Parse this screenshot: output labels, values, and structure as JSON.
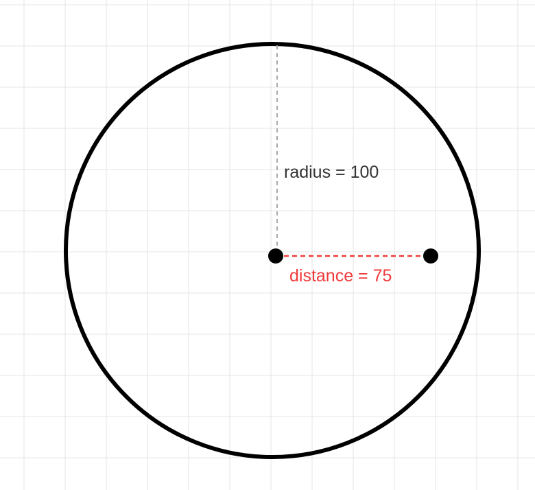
{
  "diagram": {
    "radius_label": "radius = 100",
    "distance_label": "distance = 75",
    "radius": 100,
    "distance": 75
  },
  "colors": {
    "grid": "#e4e4e4",
    "circle": "#000000",
    "radius_line": "#a8a8a8",
    "distance": "#f03a3a",
    "radius_text": "#333333"
  }
}
